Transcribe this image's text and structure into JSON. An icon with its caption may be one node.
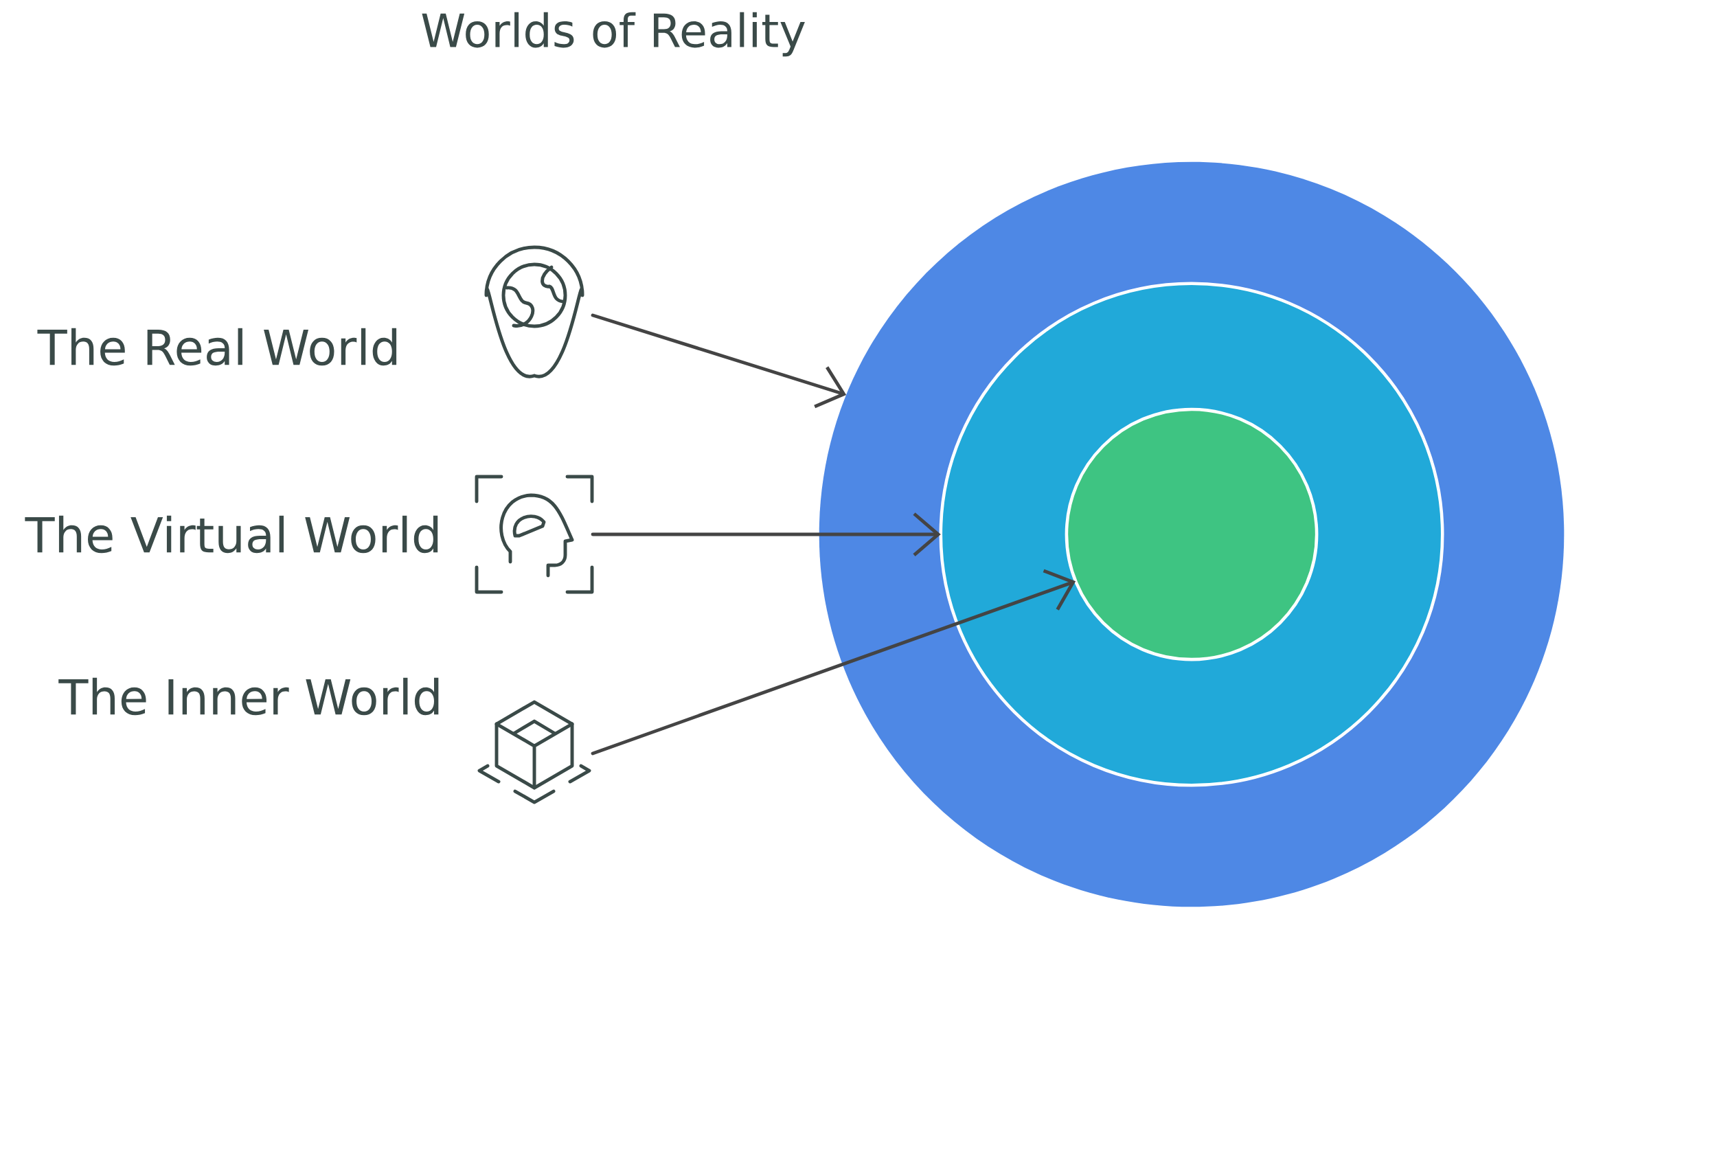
{
  "diagram": {
    "title": "Worlds of Reality",
    "nodes": [
      {
        "text": [],
        "shape": "circle"
      },
      {
        "text": [],
        "shape": "circle",
        "in": 0
      },
      {
        "text": [],
        "shape": "circle",
        "in": 1
      },
      {
        "text": [],
        "shape": "picture"
      },
      {
        "text": [],
        "shape": "picture"
      },
      {
        "text": [],
        "shape": "picture"
      }
    ],
    "edges": [
      {
        "from": 3,
        "to": 0,
        "arrow": "to"
      },
      {
        "from": 4,
        "to": 1,
        "arrow": "to"
      },
      {
        "from": 5,
        "to": 2,
        "arrow": "to"
      }
    ],
    "labels": [
      "The Real World",
      "The Virtual World",
      "The Inner World"
    ]
  }
}
